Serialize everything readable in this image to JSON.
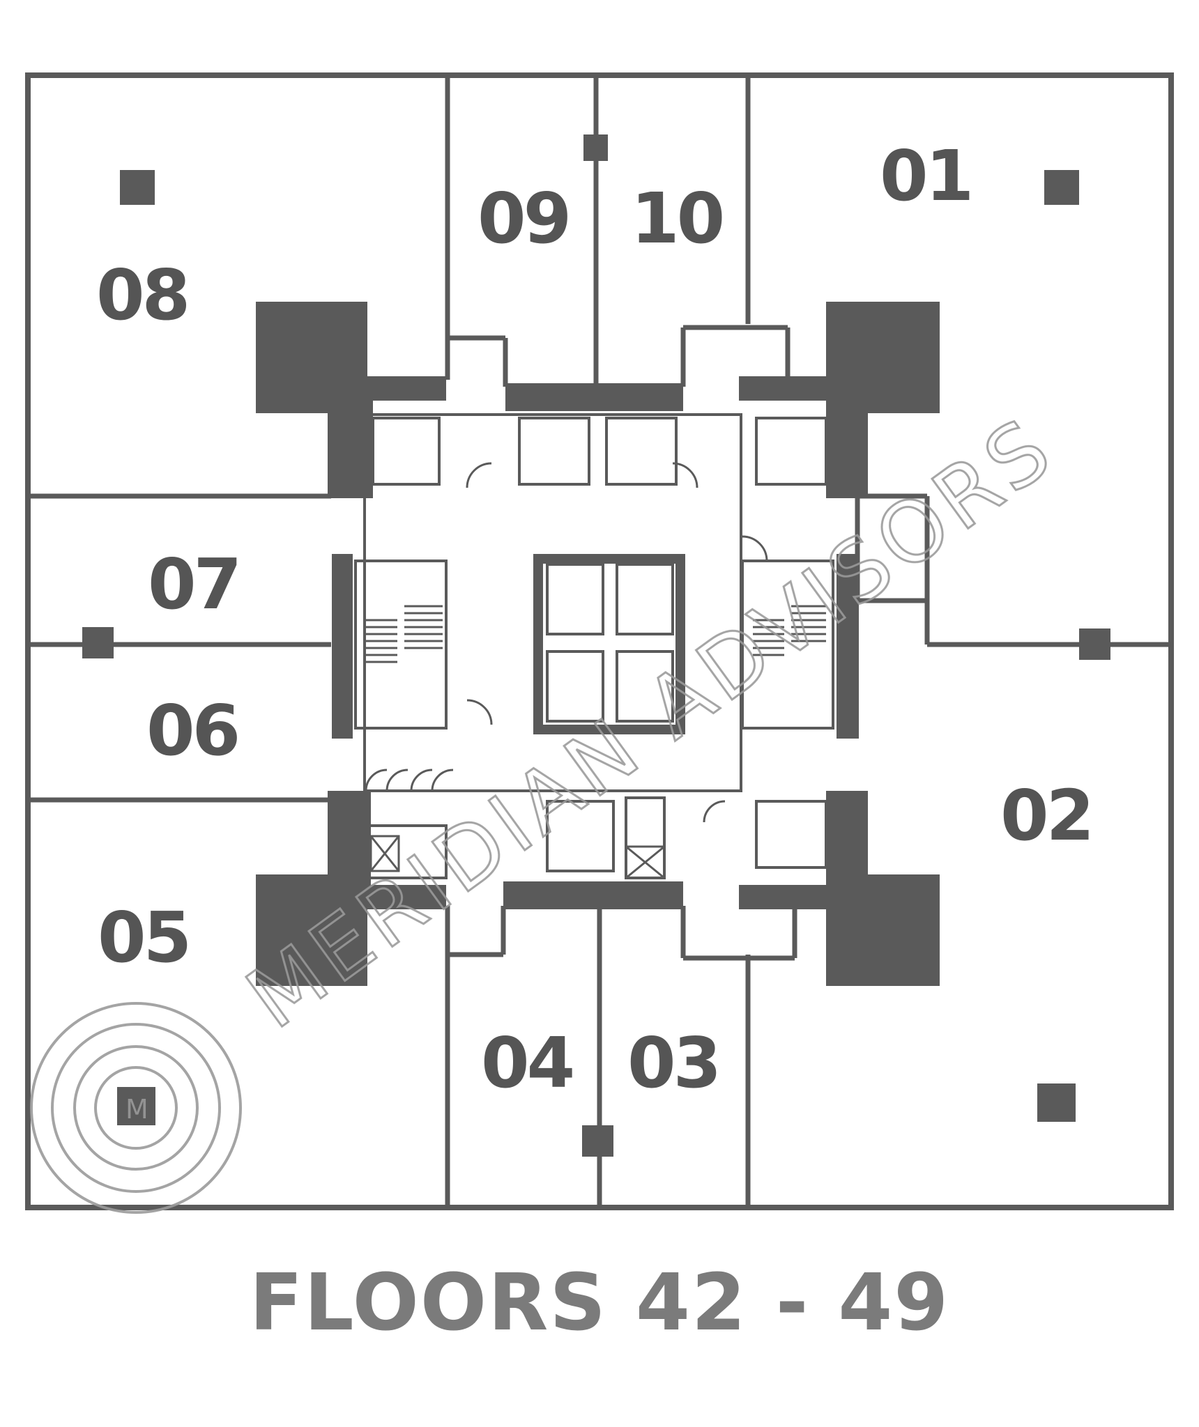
{
  "floor_caption": "FLOORS 42 - 49",
  "units": [
    "01",
    "02",
    "03",
    "04",
    "05",
    "06",
    "07",
    "08",
    "09",
    "10"
  ],
  "watermark": {
    "text": "MERIDIAN ADVISORS",
    "logo_letter": "M",
    "color": "#9a9a9a"
  },
  "colors": {
    "wall": "#5a5a5a",
    "core_fill": "#5a5a5a",
    "label": "#555555",
    "caption": "#7b7b7b"
  }
}
